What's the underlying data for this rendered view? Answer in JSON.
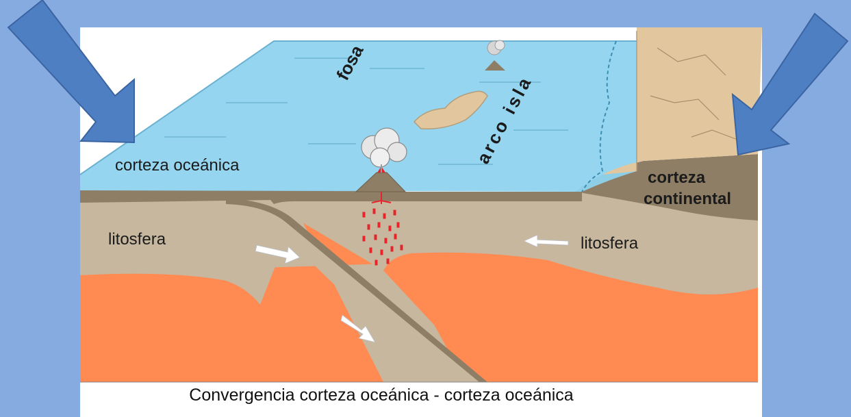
{
  "labels": {
    "oceanic_crust": "corteza oceánica",
    "lithosphere_left": "litosfera",
    "lithosphere_right": "litosfera",
    "continental_crust_line1": "corteza",
    "continental_crust_line2": "continental",
    "trench": "fosa",
    "island_arc": "arco isla"
  },
  "caption": "Convergencia corteza oceánica - corteza oceánica",
  "colors": {
    "background": "#86abe1",
    "ocean": "#8fd3ee",
    "lithosphere": "#c6b79e",
    "crust": "#8e7e66",
    "mantle": "#ff8a52",
    "continent": "#e2c79e",
    "arrow": "#4f7fc3",
    "magma": "#e8242a"
  }
}
